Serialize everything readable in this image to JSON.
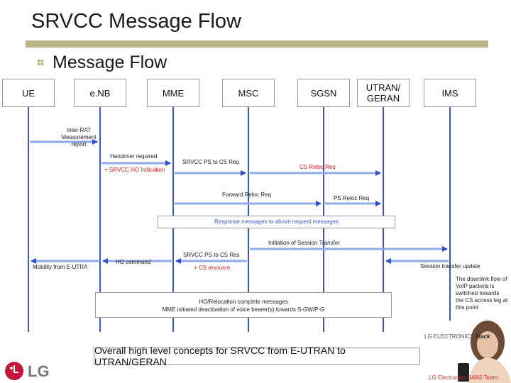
{
  "header": {
    "title": "SRVCC Message Flow",
    "subtitle": "Message Flow"
  },
  "entities": [
    {
      "id": "ue",
      "label": "UE"
    },
    {
      "id": "enb",
      "label": "e.NB"
    },
    {
      "id": "mme",
      "label": "MME"
    },
    {
      "id": "msc",
      "label": "MSC"
    },
    {
      "id": "sgsn",
      "label": "SGSN"
    },
    {
      "id": "utran",
      "label": "UTRAN/ GERAN"
    },
    {
      "id": "ims",
      "label": "IMS"
    }
  ],
  "messages": {
    "inter_rat": "Inter-RAT Measurement report",
    "handover_required": "Handover required",
    "srvcc_ho_indication": "+ SRVCC HO Indication",
    "srvcc_ps_cs_req": "SRVCC PS to CS Req",
    "cs_reloc_req": "CS Reloc Req",
    "forward_reloc_req": "Forward Reloc Req",
    "ps_reloc_req": "PS Reloc Req",
    "response_messages": "Response messages to above request messages",
    "initiation_session_transfer": "Initiation of Session Transfer",
    "srvcc_ps_cs_res": "SRVCC PS to CS Res",
    "cs_resource": "+ CS resource",
    "ho_command": "HO command",
    "mobility_from_eutra": "Mobility from E-UTRA",
    "session_transfer_update": "Session transfer update",
    "ho_relocation_complete": "HO/Relocation complete messages",
    "mme_deactivation": "MME initiated deactivation of voice bearer(s) towards S-GW/P-G"
  },
  "downlink_note": "The downlink flow of VoIP packets is switched towards the CS access leg at this point",
  "footer": {
    "banner": "Overall high level concepts for SRVCC from E-UTRAN to UTRAN/GERAN",
    "logo": "LG",
    "brand_prefix": "LG ELECTRONICS",
    "brand_name": "black",
    "team": "LG Electronics RAN2 Team"
  },
  "colors": {
    "lifeline": "#3c55c8",
    "arrow": "#2f4fd0",
    "title_bar": "#b8b68a",
    "highlight_red": "#d61b1b"
  }
}
